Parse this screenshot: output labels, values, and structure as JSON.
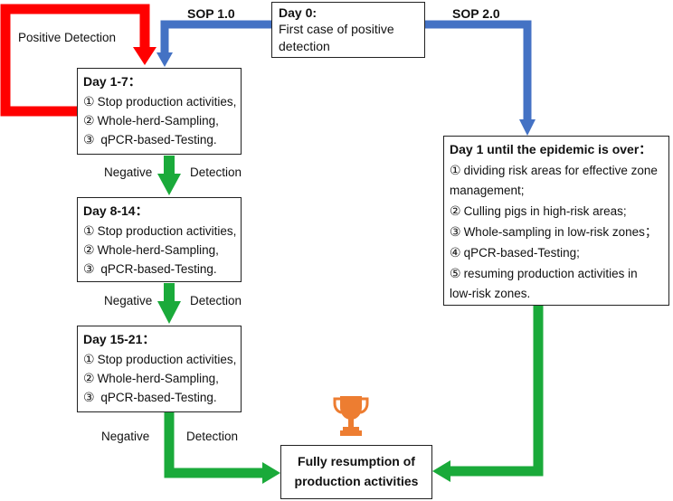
{
  "labels": {
    "sop1": "SOP 1.0",
    "sop2": "SOP 2.0",
    "positive_detection": "Positive Detection",
    "negative_1": "Negative",
    "detection_1": "Detection",
    "negative_2": "Negative",
    "detection_2": "Detection",
    "negative_3": "Negative",
    "detection_3": "Detection"
  },
  "day0": {
    "title": "Day 0:",
    "line1": "First case of positive",
    "line2": "detection"
  },
  "day1_7": {
    "title": "Day 1-7：",
    "items": [
      {
        "num": "①",
        "text": "Stop production activities,"
      },
      {
        "num": "②",
        "text": "Whole-herd-Sampling,"
      },
      {
        "num": "③",
        "text": " qPCR-based-Testing."
      }
    ]
  },
  "day8_14": {
    "title": "Day 8-14：",
    "items": [
      {
        "num": "①",
        "text": "Stop production activities,"
      },
      {
        "num": "②",
        "text": "Whole-herd-Sampling,"
      },
      {
        "num": "③",
        "text": " qPCR-based-Testing."
      }
    ]
  },
  "day15_21": {
    "title": "Day 15-21：",
    "items": [
      {
        "num": "①",
        "text": "Stop production activities,"
      },
      {
        "num": "②",
        "text": "Whole-herd-Sampling,"
      },
      {
        "num": "③",
        "text": " qPCR-based-Testing."
      }
    ]
  },
  "sop2_box": {
    "title": "Day 1 until the epidemic is over：",
    "items": [
      {
        "num": "①",
        "text": "dividing risk areas for effective zone management;"
      },
      {
        "num": "②",
        "text": "Culling pigs in high-risk areas;"
      },
      {
        "num": "③",
        "text": "Whole-sampling in low-risk zones；"
      },
      {
        "num": "④",
        "text": "qPCR-based-Testing;"
      },
      {
        "num": "⑤",
        "text": "resuming production activities in low-risk zones."
      }
    ]
  },
  "final": {
    "line1": "Fully resumption of",
    "line2": "production  activities"
  },
  "colors": {
    "red": "#ff0000",
    "blue": "#4472c4",
    "green": "#1aaa3a",
    "trophy": "#ed7d31"
  },
  "icons": {
    "trophy": "trophy-icon"
  }
}
